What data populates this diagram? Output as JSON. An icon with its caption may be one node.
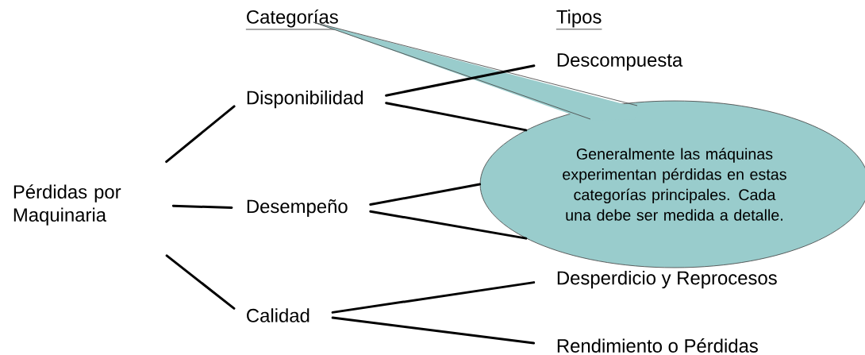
{
  "diagram": {
    "nodes": [
      {
        "text": [
          "Pérdidas por Maquinaria"
        ]
      },
      {
        "text": [
          "Disponibilidad"
        ]
      },
      {
        "text": [
          "Desempeño"
        ]
      },
      {
        "text": [
          "Calidad"
        ]
      },
      {
        "text": [
          "Descompuesta"
        ]
      },
      {
        "text": [
          "Desperdicio y Reprocesos"
        ]
      },
      {
        "text": [
          "Rendimiento o Pérdidas"
        ]
      },
      {
        "text": [
          "Generalmente las máquinas experimentan pérdidas en estas categorías principales. Cada una debe ser medida a detalle."
        ]
      }
    ],
    "edges": [
      {
        "from": 0,
        "to": 1,
        "arrow": "none"
      },
      {
        "from": 0,
        "to": 2,
        "arrow": "none"
      },
      {
        "from": 0,
        "to": 3,
        "arrow": "none"
      },
      {
        "from": 1,
        "to": 4,
        "arrow": "none"
      },
      {
        "from": 1,
        "to": 7,
        "arrow": "none"
      },
      {
        "from": 2,
        "to": 7,
        "arrow": "none"
      },
      {
        "from": 2,
        "to": 7,
        "arrow": "none"
      },
      {
        "from": 3,
        "to": 5,
        "arrow": "none"
      },
      {
        "from": 3,
        "to": 6,
        "arrow": "none"
      }
    ],
    "labels": [
      "Categorías",
      "Tipos"
    ]
  }
}
